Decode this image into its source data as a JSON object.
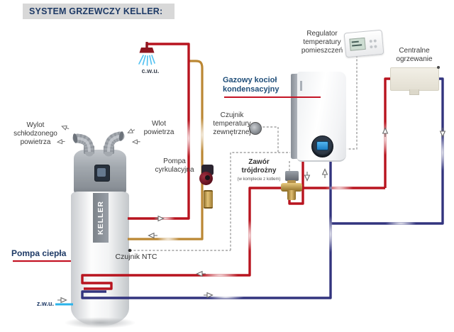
{
  "title": "SYSTEM GRZEWCZY KELLER:",
  "labels": {
    "cwu": "c.w.u.",
    "zwu": "z.w.u.",
    "air_outlet": "Wylot schłodzonego powietrza",
    "air_inlet": "Wlot powietrza",
    "circulation_pump": "Pompa cyrkulacyjna",
    "heat_pump": "Pompa ciepła",
    "ntc_sensor": "Czujnik NTC",
    "outdoor_sensor": "Czujnik temperatury zewnętrznej",
    "three_way_valve": "Zawór trójdrożny",
    "three_way_valve_note": "(w komplecie z kotłem)",
    "gas_boiler": "Gazowy kocioł kondensacyjny",
    "room_regulator": "Regulator temperatury pomieszczeń",
    "central_heating": "Centralne ogrzewanie",
    "tank_brand": "KELLER"
  },
  "colors": {
    "hot_pipe_red": "#b8141f",
    "dhw_circulation_gold": "#bb8733",
    "return_pipe_navy": "#32347e",
    "cold_water_cyan": "#2ab3ea",
    "accent_navy": "#1e3a66",
    "boiler_label_blue": "#1f4e79",
    "title_bg": "#d8d8d8",
    "wiring_dashed_gray": "#8f8f8f"
  }
}
